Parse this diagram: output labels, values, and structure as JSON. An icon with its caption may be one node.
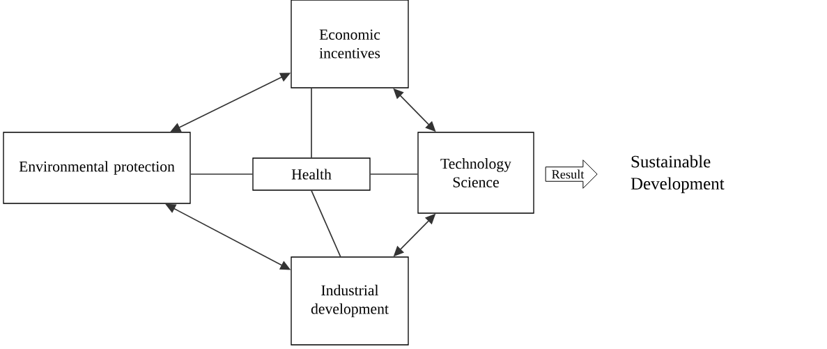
{
  "diagram": {
    "nodes": [
      {
        "text": [
          "Economic incentives"
        ]
      },
      {
        "text": [
          "Environmental protection"
        ]
      },
      {
        "text": [
          "Health"
        ]
      },
      {
        "text": [
          "Technology Science"
        ]
      },
      {
        "text": [
          "Industrial development"
        ]
      },
      {
        "text": [
          "Result"
        ]
      },
      {
        "text": [
          "Sustainable Development"
        ]
      }
    ],
    "edges": [
      {
        "from": 1,
        "to": 0,
        "arrow": "both"
      },
      {
        "from": 0,
        "to": 3,
        "arrow": "both"
      },
      {
        "from": 1,
        "to": 4,
        "arrow": "both"
      },
      {
        "from": 4,
        "to": 3,
        "arrow": "both"
      },
      {
        "from": 0,
        "to": 2,
        "arrow": "none"
      },
      {
        "from": 1,
        "to": 2,
        "arrow": "none"
      },
      {
        "from": 2,
        "to": 3,
        "arrow": "none"
      },
      {
        "from": 2,
        "to": 4,
        "arrow": "none"
      }
    ]
  }
}
